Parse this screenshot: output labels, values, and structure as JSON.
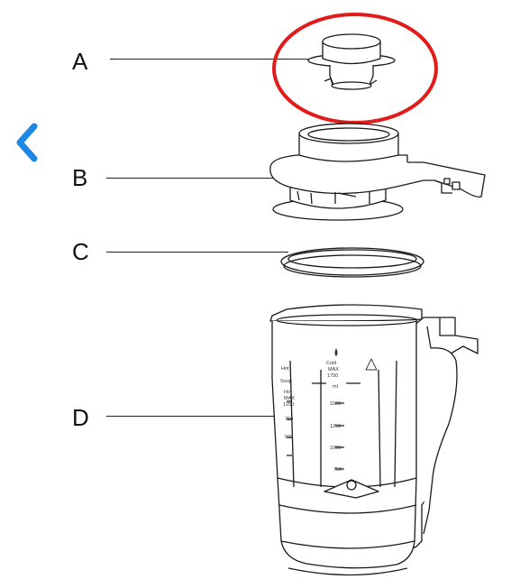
{
  "nav": {
    "back_icon": "chevron-left-icon",
    "accent": "#1e88e5"
  },
  "highlight": {
    "color": "#e21b1b",
    "target": "A"
  },
  "parts": [
    {
      "letter": "A"
    },
    {
      "letter": "B"
    },
    {
      "letter": "C"
    },
    {
      "letter": "D"
    }
  ],
  "jar_scale": {
    "marks": [
      "Cold",
      "MAX",
      "1750",
      "ml",
      "1500",
      "1250",
      "1000",
      "750"
    ],
    "side_marks": [
      "Hot",
      "Soup",
      "Hot",
      "MAX",
      "1250",
      "750",
      "500"
    ]
  }
}
